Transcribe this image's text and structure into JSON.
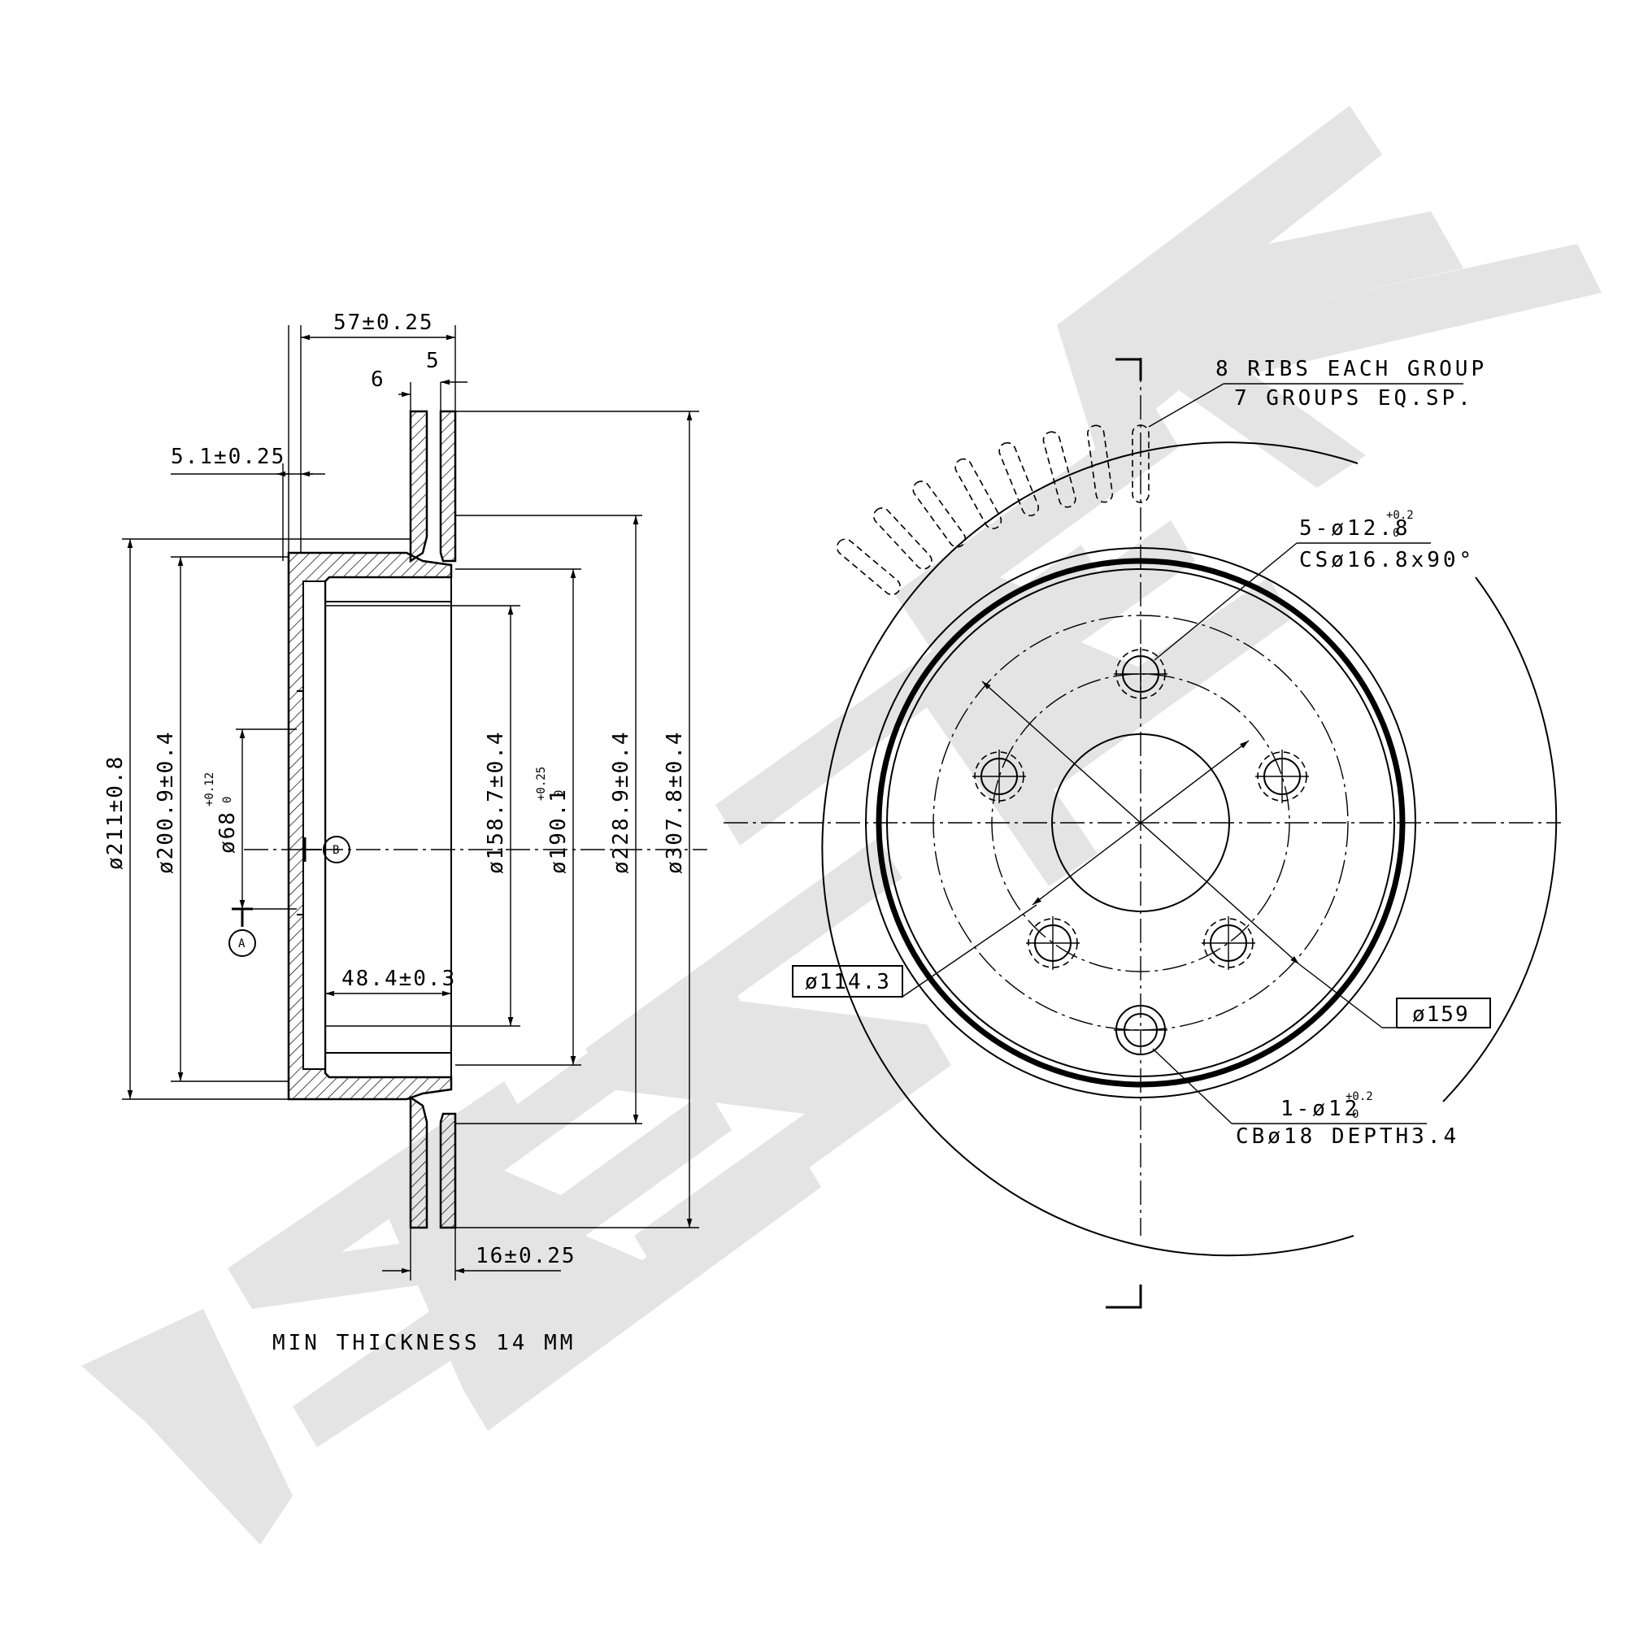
{
  "watermark": {
    "text": "ZENTEK",
    "color": "#e2e2e2"
  },
  "section_view": {
    "dims": {
      "overall_width": "57±0.25",
      "dim_6": "6",
      "dim_5": "5",
      "hat_offset": "5.1±0.25",
      "hat_inner_depth": "48.4±0.3",
      "disc_thickness": "16±0.25",
      "dia_211": "ø211±0.8",
      "dia_200_9": "ø200.9±0.4",
      "dia_68": "ø68",
      "dia_68_tol": "+0.12",
      "dia_68_tol_low": "0",
      "dia_158_7": "ø158.7±0.4",
      "dia_190_1": "ø190.1",
      "dia_190_1_tol": "+0.25",
      "dia_190_1_tol_low": "0",
      "dia_228_9": "ø228.9±0.4",
      "dia_307_8": "ø307.8±0.4"
    },
    "datum_a": "A",
    "datum_b": "B",
    "min_thickness_note": "MIN THICKNESS 14 MM"
  },
  "front_view": {
    "ribs_note_line1": "8 RIBS EACH GROUP",
    "ribs_note_line2": "7 GROUPS EQ.SP.",
    "bolt_holes_line1": "5-ø12.8",
    "bolt_holes_tol": "+0.2",
    "bolt_holes_tol_low": "0",
    "bolt_holes_line2": "CSø16.8x90°",
    "pcd_label": "ø114.3",
    "outer_pcd_label": "ø159",
    "locating_hole_line1": "1-ø12",
    "locating_hole_tol": "+0.2",
    "locating_hole_tol_low": "0",
    "locating_hole_line2": "CBø18 DEPTH3.4"
  }
}
